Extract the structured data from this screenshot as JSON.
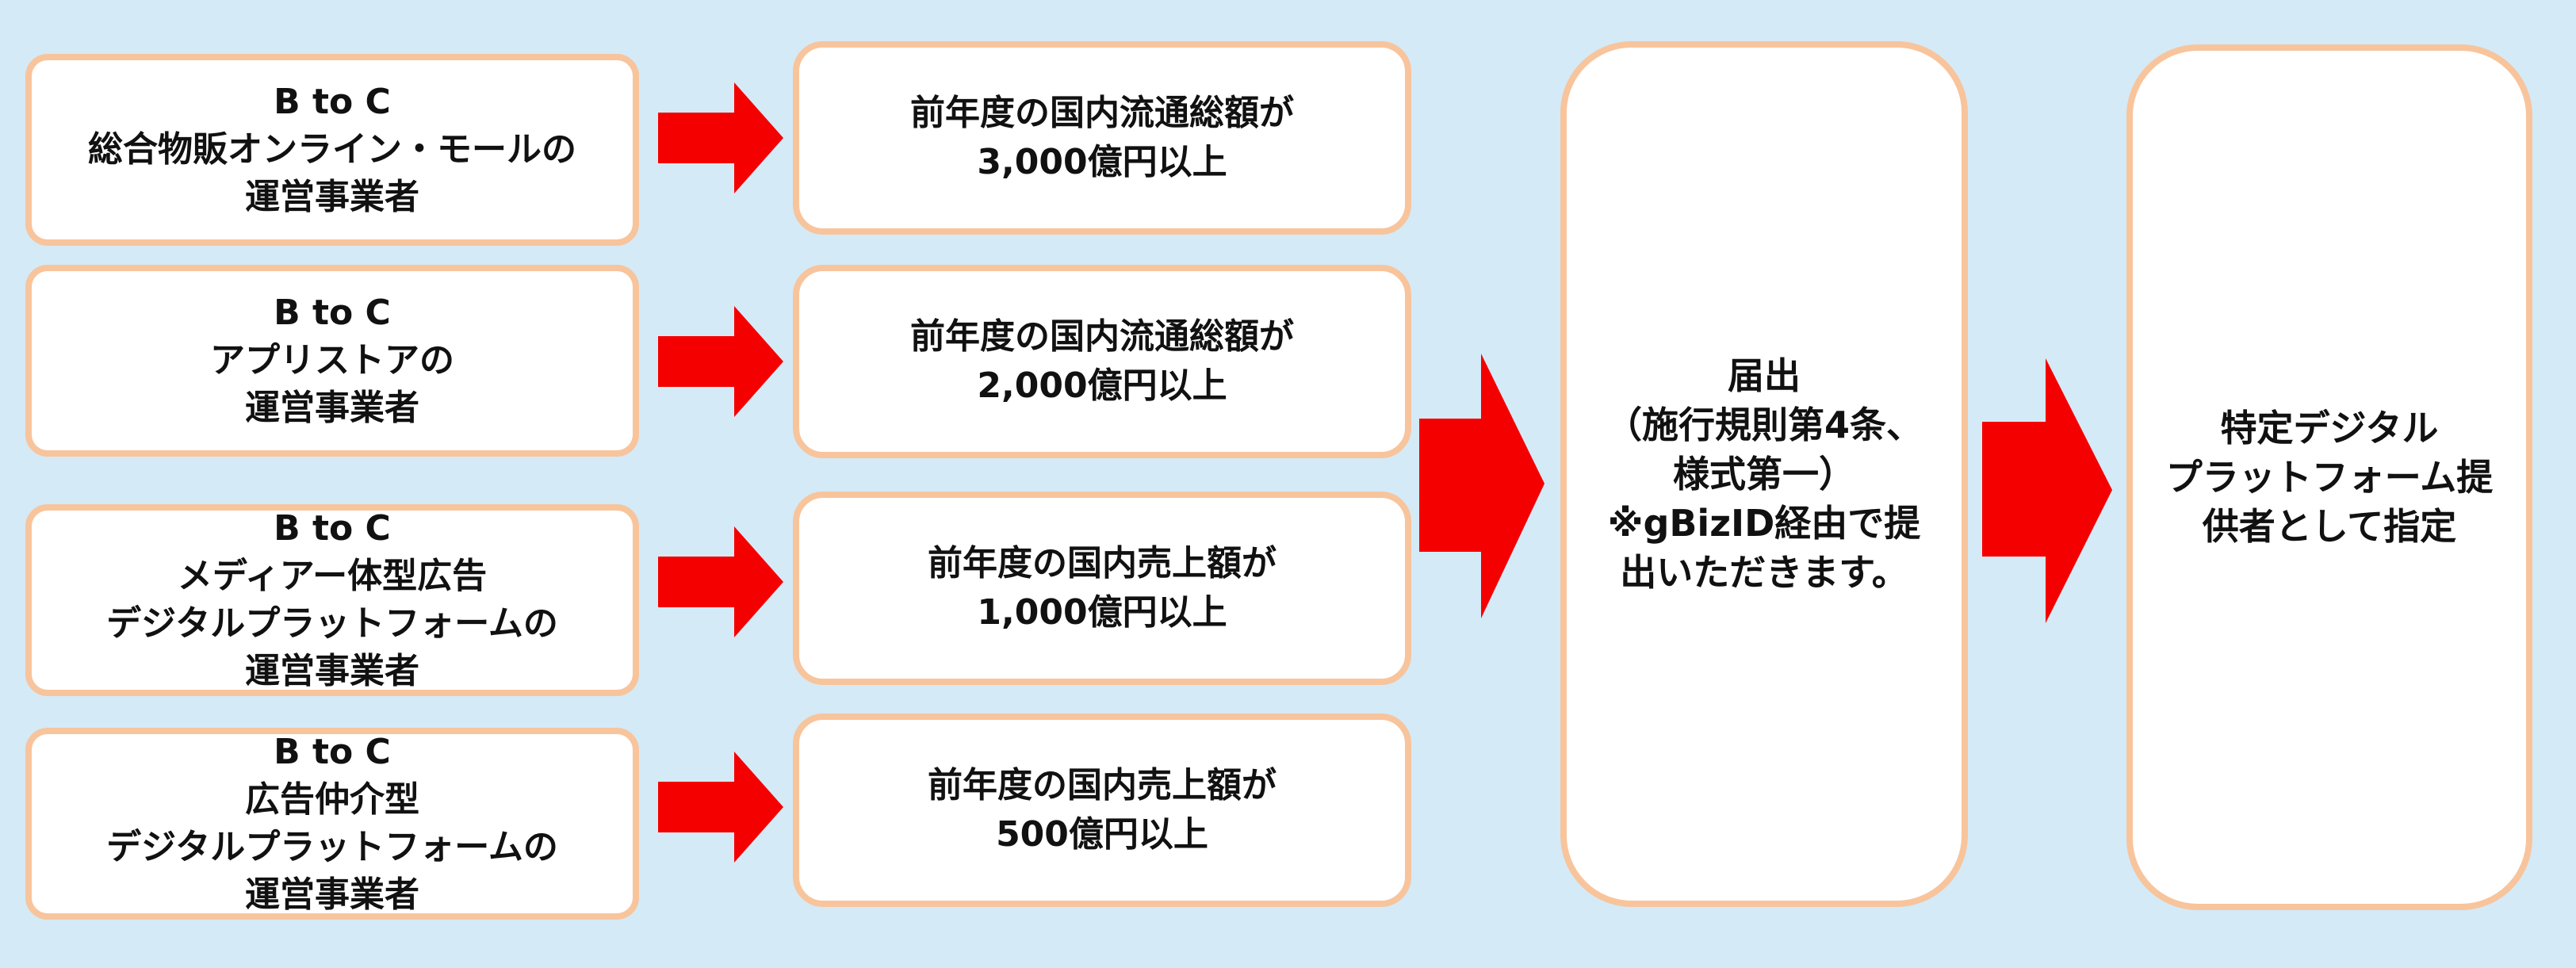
{
  "categories": [
    {
      "lines": [
        "B to C",
        "総合物販オンライン・モールの",
        "運営事業者"
      ]
    },
    {
      "lines": [
        "B to C",
        "アプリストアの",
        "運営事業者"
      ]
    },
    {
      "lines": [
        "B to C",
        "メディアー体型広告",
        "デジタルプラットフォームの",
        "運営事業者"
      ]
    },
    {
      "lines": [
        "B to C",
        "広告仲介型",
        "デジタルプラットフォームの",
        "運営事業者"
      ]
    }
  ],
  "thresholds": [
    {
      "lines": [
        "前年度の国内流通総額が",
        "3,000億円以上"
      ]
    },
    {
      "lines": [
        "前年度の国内流通総額が",
        "2,000億円以上"
      ]
    },
    {
      "lines": [
        "前年度の国内売上額が",
        "1,000億円以上"
      ]
    },
    {
      "lines": [
        "前年度の国内売上額が",
        "500億円以上"
      ]
    }
  ],
  "notification": {
    "lines": [
      "届出",
      "（施行規則第4条、",
      "様式第一）",
      "※gBizID経由で提",
      "出いただきます。"
    ]
  },
  "designation": {
    "lines": [
      "特定デジタル",
      "プラットフォーム提",
      "供者として指定"
    ]
  },
  "colors": {
    "background": "#d4eaf7",
    "box_border": "#f8c49c",
    "box_fill": "#ffffff",
    "arrow": "#f50000"
  }
}
